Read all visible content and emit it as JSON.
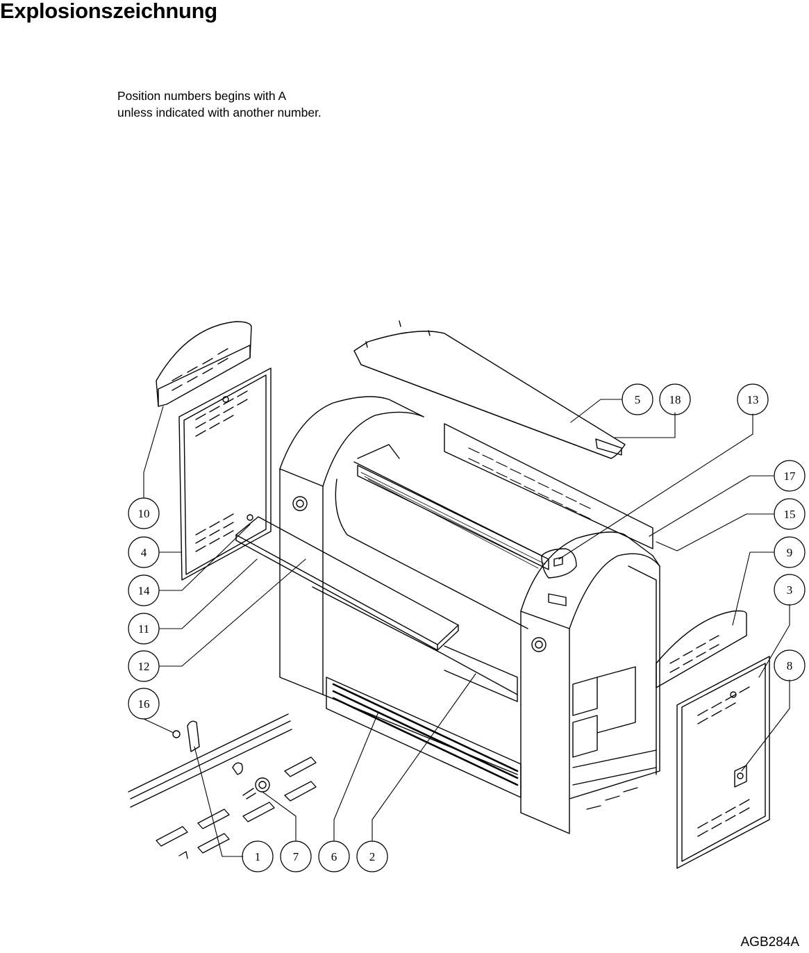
{
  "title": "Explosionszeichnung",
  "note": {
    "line1": "Position numbers begins with A",
    "line2": "unless indicated with another number."
  },
  "drawing_code": "AGB284A",
  "callouts": [
    {
      "id": "c5",
      "label": "5"
    },
    {
      "id": "c18",
      "label": "18"
    },
    {
      "id": "c13",
      "label": "13"
    },
    {
      "id": "c17",
      "label": "17"
    },
    {
      "id": "c15",
      "label": "15"
    },
    {
      "id": "c9",
      "label": "9"
    },
    {
      "id": "c3",
      "label": "3"
    },
    {
      "id": "c8",
      "label": "8"
    },
    {
      "id": "c10",
      "label": "10"
    },
    {
      "id": "c4",
      "label": "4"
    },
    {
      "id": "c14",
      "label": "14"
    },
    {
      "id": "c11",
      "label": "11"
    },
    {
      "id": "c12",
      "label": "12"
    },
    {
      "id": "c16",
      "label": "16"
    },
    {
      "id": "c1",
      "label": "1"
    },
    {
      "id": "c7",
      "label": "7"
    },
    {
      "id": "c6",
      "label": "6"
    },
    {
      "id": "c2",
      "label": "2"
    }
  ]
}
